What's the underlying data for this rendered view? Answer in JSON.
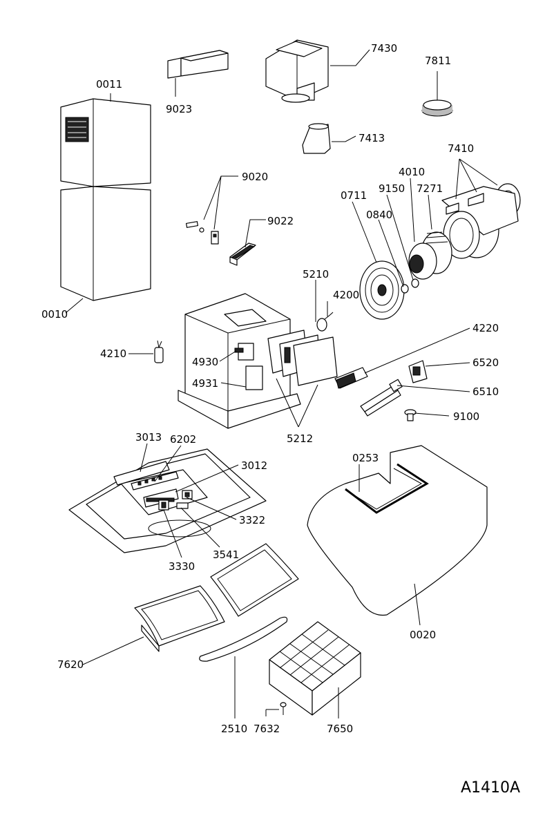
{
  "diagram_code": "A1410A",
  "parts": {
    "p0011": "0011",
    "p0010": "0010",
    "p9023": "9023",
    "p7430": "7430",
    "p7811": "7811",
    "p7413": "7413",
    "p9020": "9020",
    "p9022": "9022",
    "p7410": "7410",
    "p4010": "4010",
    "p9150": "9150",
    "p7271": "7271",
    "p0711": "0711",
    "p0840": "0840",
    "p5210": "5210",
    "p4200": "4200",
    "p4210": "4210",
    "p4930": "4930",
    "p4931": "4931",
    "p4220": "4220",
    "p6520": "6520",
    "p6510": "6510",
    "p9100": "9100",
    "p5212": "5212",
    "p3013": "3013",
    "p6202": "6202",
    "p3012": "3012",
    "p0253": "0253",
    "p3322": "3322",
    "p3541": "3541",
    "p3330": "3330",
    "p0020": "0020",
    "p7620": "7620",
    "p2510": "2510",
    "p7632": "7632",
    "p7650": "7650"
  }
}
